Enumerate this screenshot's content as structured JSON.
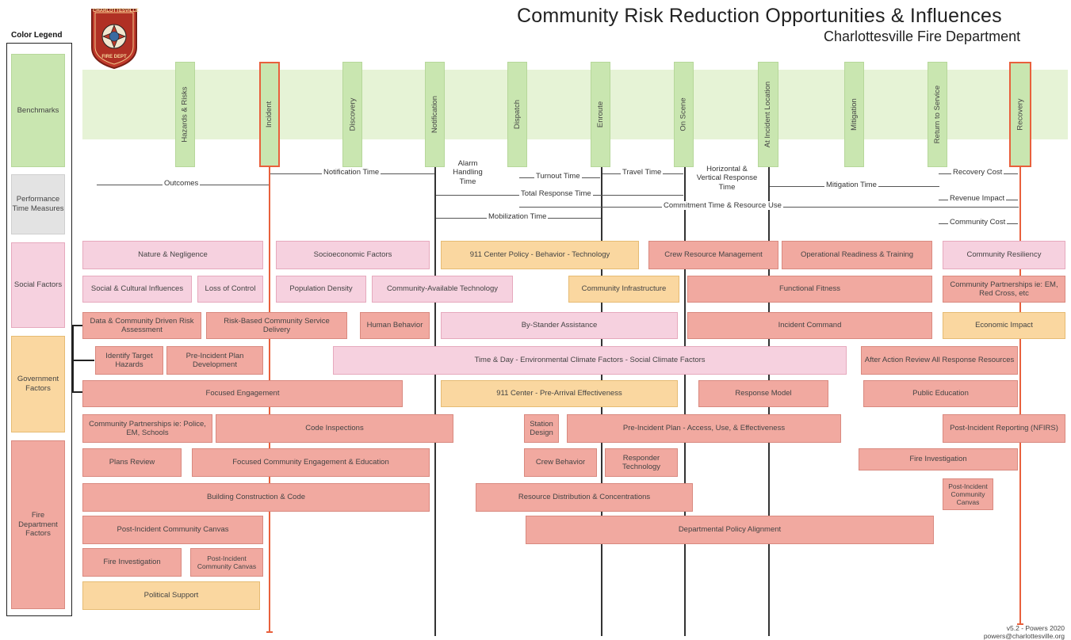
{
  "header": {
    "title": "Community Risk Reduction Opportunities & Influences",
    "subtitle": "Charlottesville Fire Department"
  },
  "logo": {
    "top_text": "CHARLOTTESVILLE",
    "bottom_text": "FIRE DEPT"
  },
  "legend": {
    "title": "Color Legend",
    "items": [
      "Benchmarks",
      "Performance Time Measures",
      "Social Factors",
      "Government Factors",
      "Fire Department Factors"
    ],
    "colors": {
      "benchmarks": "#c9e6b0",
      "performance": "#e3e3e3",
      "social": "#f6d1df",
      "government": "#fad7a0",
      "fire": "#f1a9a0",
      "accent_red": "#e8603c"
    }
  },
  "benchmarks": [
    "Hazards & Risks",
    "Incident",
    "Discovery",
    "Notification",
    "Dispatch",
    "Enroute",
    "On Scene",
    "At Incident Location",
    "Mitigation",
    "Return to Service",
    "Recovery"
  ],
  "measures": {
    "outcomes": "Outcomes",
    "notification_time": "Notification Time",
    "alarm_handling": "Alarm Handling Time",
    "turnout_time": "Turnout Time",
    "travel_time": "Travel Time",
    "horizontal_vertical": "Horizontal & Vertical Response Time",
    "recovery_cost": "Recovery Cost",
    "total_response": "Total Response Time",
    "mitigation_time": "Mitigation Time",
    "revenue_impact": "Revenue Impact",
    "commitment_time": "Commitment Time & Resource Use",
    "mobilization_time": "Mobilization Time",
    "community_cost": "Community Cost"
  },
  "factors": {
    "nature_negligence": "Nature & Negligence",
    "socioeconomic": "Socioeconomic Factors",
    "center_911_policy": "911 Center Policy - Behavior - Technology",
    "crew_resource": "Crew Resource Management",
    "operational_readiness": "Operational Readiness & Training",
    "community_resiliency": "Community Resiliency",
    "social_cultural": "Social & Cultural Influences",
    "loss_of_control": "Loss of Control",
    "population_density": "Population Density",
    "community_tech": "Community-Available Technology",
    "community_infra": "Community Infrastructure",
    "functional_fitness": "Functional Fitness",
    "community_partnerships_em": "Community Partnerships ie: EM, Red Cross, etc",
    "data_driven": "Data & Community Driven Risk Assessment",
    "risk_based": "Risk-Based Community Service Delivery",
    "human_behavior": "Human Behavior",
    "bystander": "By-Stander Assistance",
    "incident_command": "Incident Command",
    "economic_impact": "Economic Impact",
    "identify_target": "Identify Target Hazards",
    "pre_incident_dev": "Pre-Incident Plan Development",
    "time_day": "Time & Day - Environmental Climate Factors - Social Climate Factors",
    "after_action": "After Action Review All Response Resources",
    "focused_engagement": "Focused Engagement",
    "center_911_prearrival": "911 Center - Pre-Arrival Effectiveness",
    "response_model": "Response Model",
    "public_education": "Public Education",
    "community_partnerships_police": "Community Partnerships ie: Police, EM, Schools",
    "code_inspections": "Code Inspections",
    "station_design": "Station Design",
    "pre_incident_access": "Pre-Incident Plan - Access, Use, & Effectiveness",
    "post_incident_reporting": "Post-Incident Reporting (NFIRS)",
    "plans_review": "Plans Review",
    "focused_community_engagement": "Focused Community Engagement & Education",
    "crew_behavior": "Crew Behavior",
    "responder_tech": "Responder Technology",
    "fire_investigation_right": "Fire Investigation",
    "building_construction": "Building Construction & Code",
    "resource_distribution": "Resource Distribution & Concentrations",
    "post_incident_canvas_right": "Post-Incident Community Canvas",
    "post_incident_canvas_left": "Post-Incident Community Canvas",
    "departmental_policy": "Departmental Policy Alignment",
    "fire_investigation_left": "Fire Investigation",
    "post_incident_canvas_small": "Post-Incident Community Canvas",
    "political_support": "Political Support"
  },
  "footer": {
    "version": "v5.2 - Powers 2020",
    "email": "powers@charlottesville.org"
  }
}
